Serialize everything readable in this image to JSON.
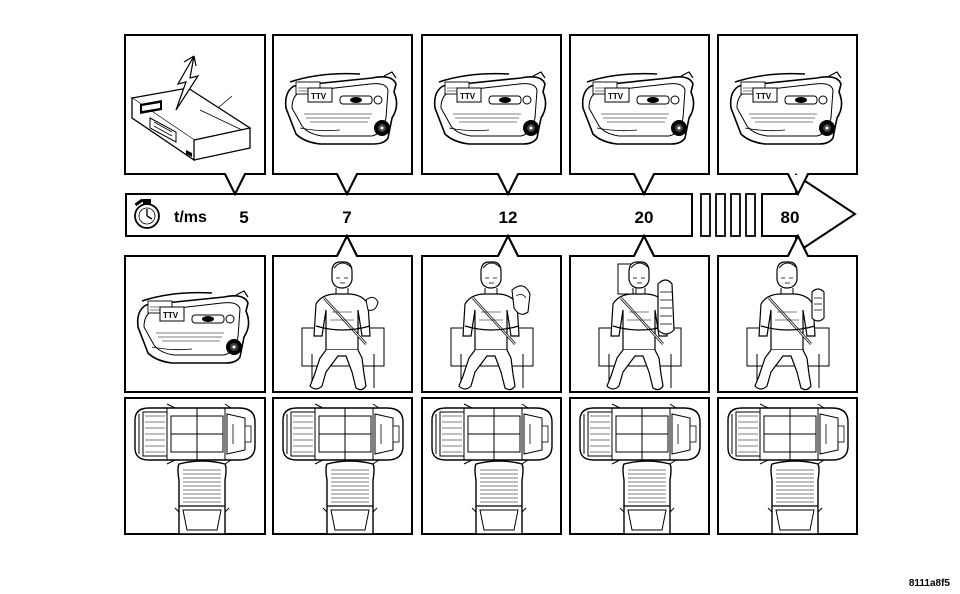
{
  "timeline": {
    "unit_label": "t/ms",
    "times": [
      "5",
      "7",
      "12",
      "20",
      "80"
    ]
  },
  "figure": {
    "reference_code": "8111a8f5"
  },
  "icons": {
    "stopwatch": "stopwatch-icon",
    "sensor": "crash-sensor-module-icon",
    "door_panel": "door-trim-panel-icon",
    "occupant": "seated-occupant-airbag-icon",
    "vehicles": "side-impact-vehicles-icon"
  },
  "colors": {
    "line": "#000000",
    "background": "#ffffff"
  }
}
